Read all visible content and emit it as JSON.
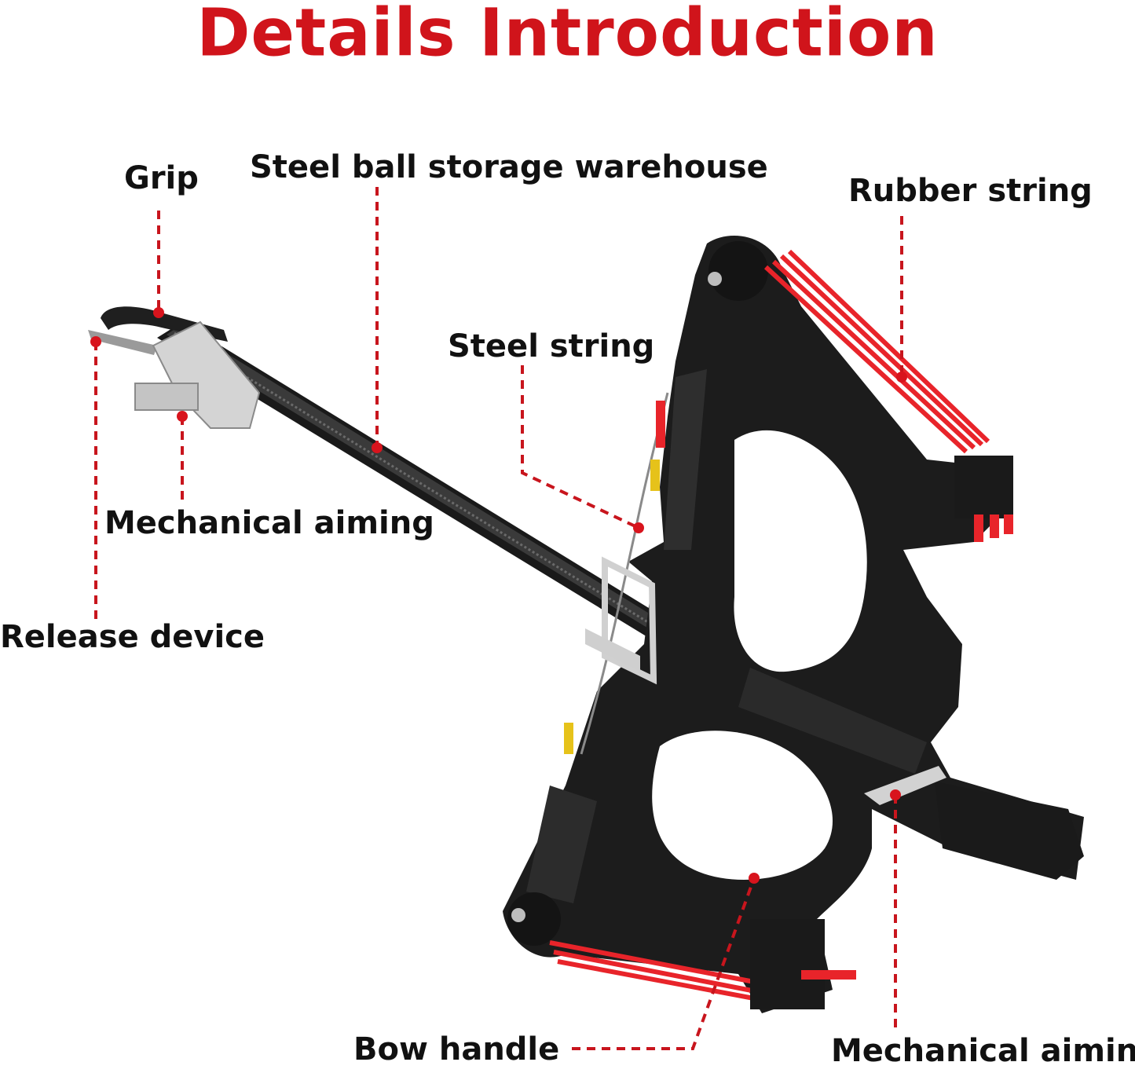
{
  "title": "Details Introduction",
  "colors": {
    "title": "#d0141b",
    "leader": "#c8151d",
    "dot": "#d8141d",
    "frame": "#1c1c1c",
    "frame_shade": "#333333",
    "rubber": "#e8242a",
    "metal": "#c8c8c8",
    "label": "#111111"
  },
  "labels": {
    "grip": "Grip",
    "steel_ball_storage": "Steel ball storage warehouse",
    "rubber_string": "Rubber string",
    "steel_string": "Steel string",
    "mechanical_aiming_left": "Mechanical aiming",
    "release_device": "Release device",
    "bow_handle": "Bow handle",
    "mechanical_aiming_bottom": "Mechanical aiming"
  }
}
